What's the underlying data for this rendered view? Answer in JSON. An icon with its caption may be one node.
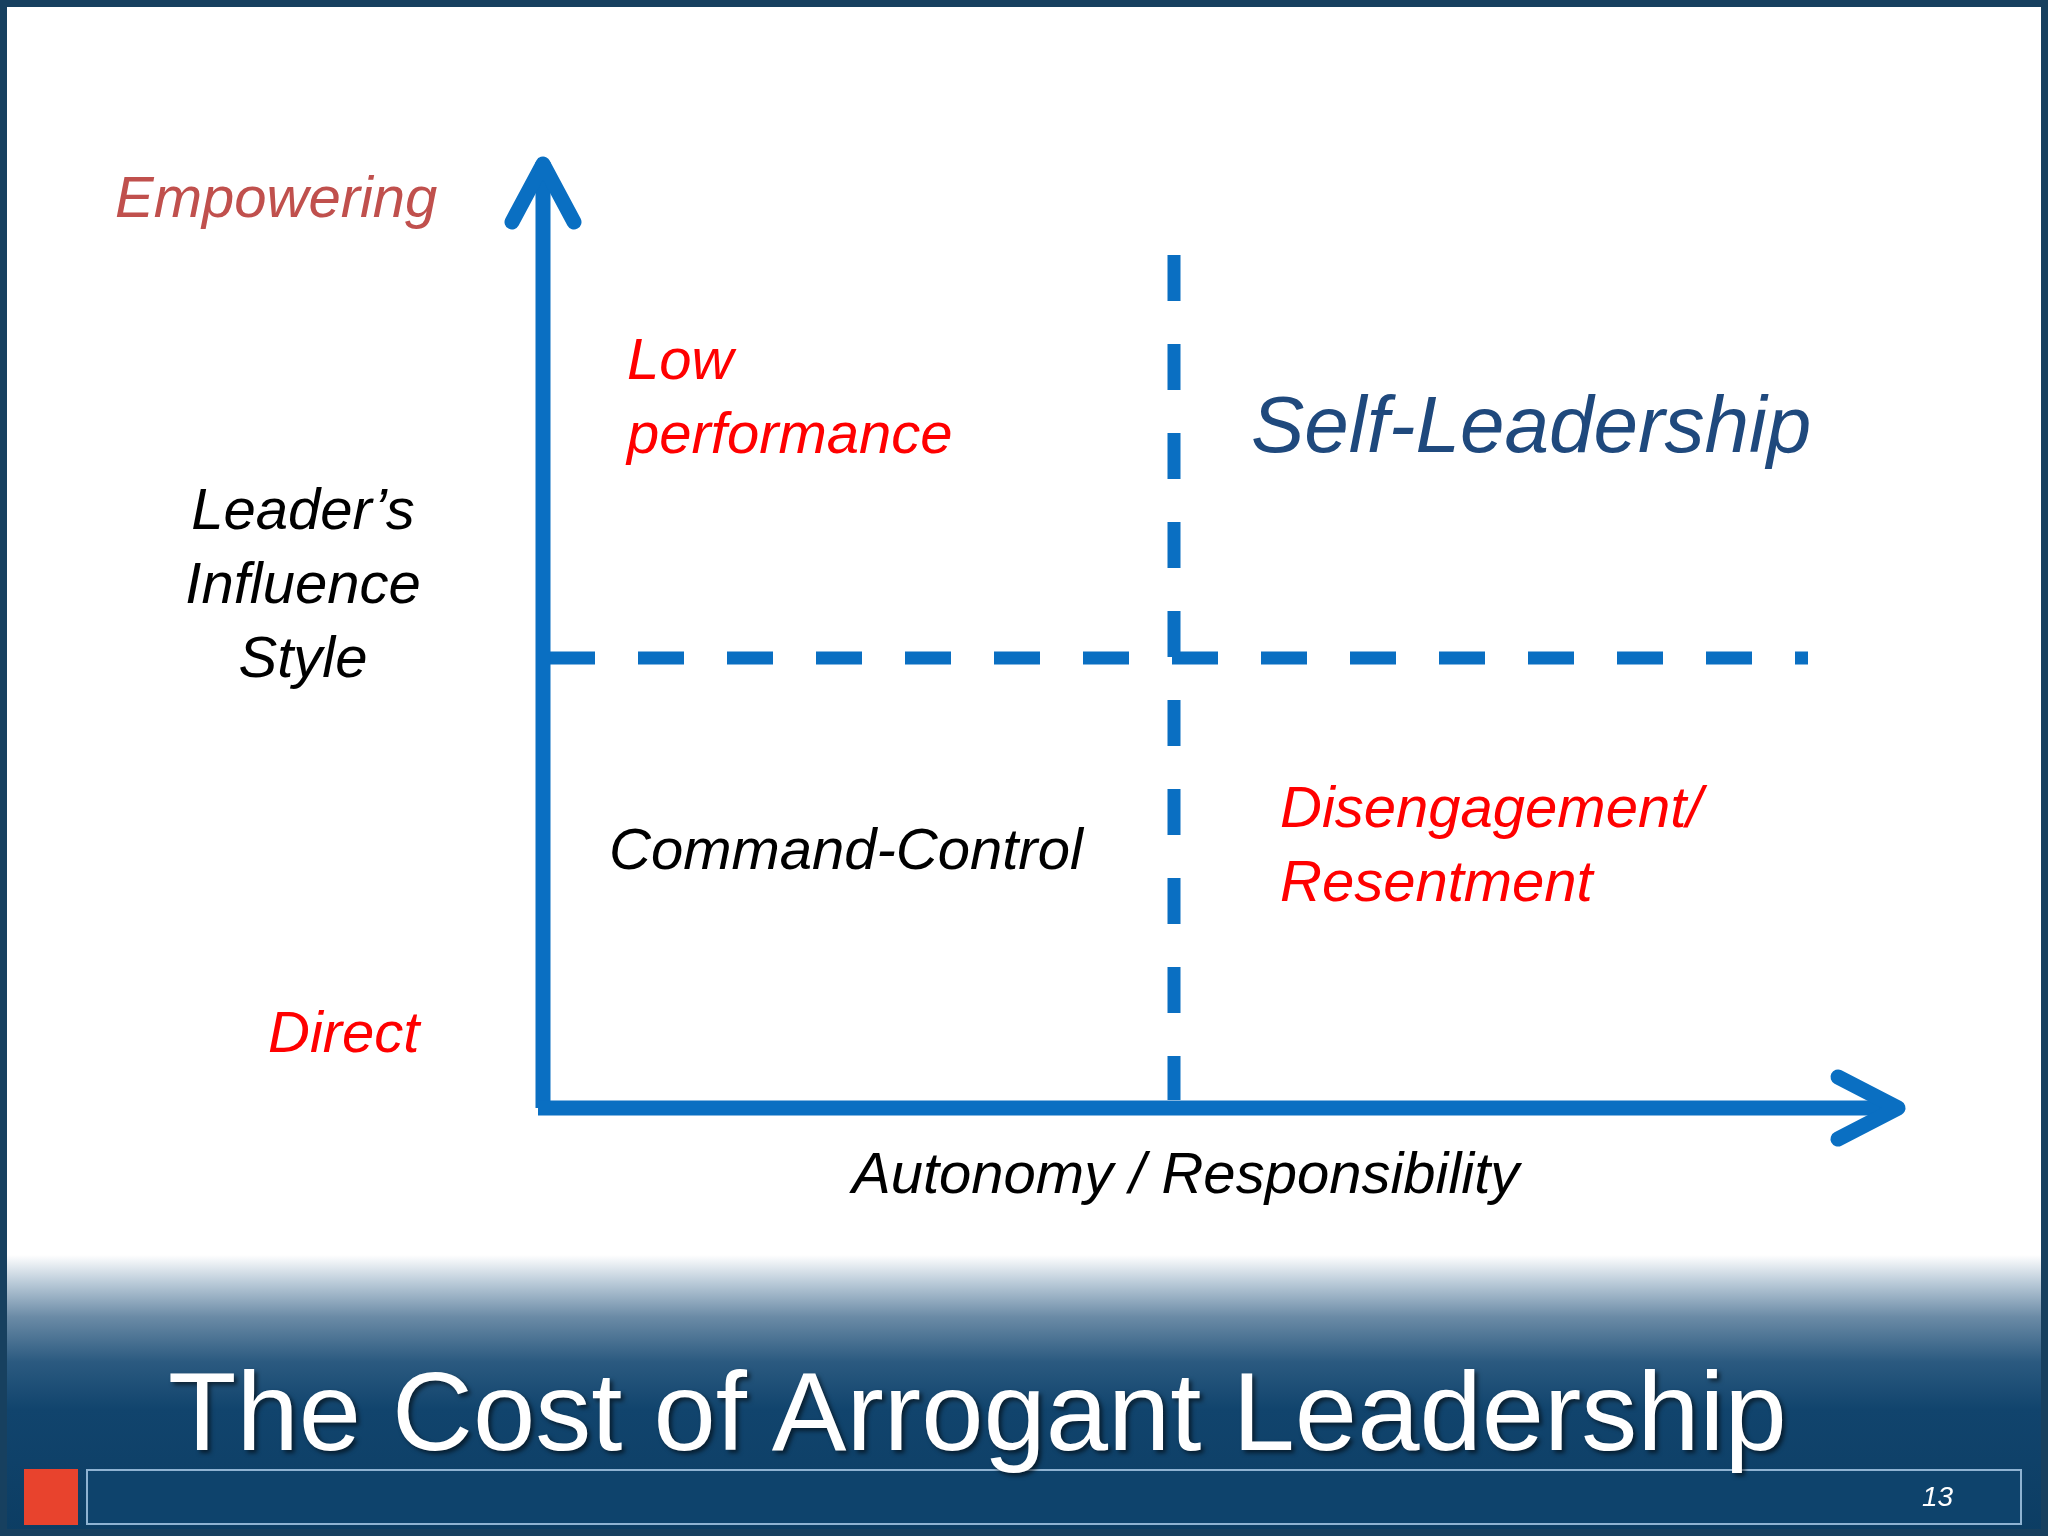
{
  "diagram": {
    "title": "The Cost of Arrogant Leadership",
    "labels": [
      "Empowering",
      "Low performance",
      "Self-Leadership",
      "Leader’s Influence Style",
      "Command-Control",
      "Disengagement/ Resentment",
      "Direct",
      "Autonomy / Responsibility",
      "13"
    ]
  }
}
